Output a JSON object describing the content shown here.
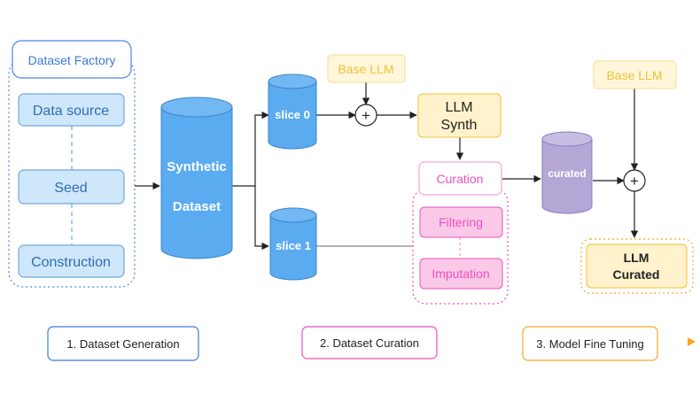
{
  "dataset_factory": {
    "title": "Dataset Factory",
    "items": [
      "Data source",
      "Seed",
      "Construction"
    ]
  },
  "synthetic_dataset": {
    "line1": "Synthetic",
    "line2": "Dataset"
  },
  "slices": [
    "slice 0",
    "slice 1"
  ],
  "base_llm_1": "Base LLM",
  "base_llm_2": "Base LLM",
  "plus_symbol": "+",
  "llm_synth": {
    "line1": "LLM",
    "line2": "Synth"
  },
  "curation": {
    "title": "Curation",
    "steps": [
      "Filtering",
      "Imputation"
    ]
  },
  "curated_db": "curated",
  "llm_curated": {
    "line1": "LLM",
    "line2": "Curated"
  },
  "stages": [
    "1. Dataset Generation",
    "2. Dataset Curation",
    "3. Model Fine Tuning"
  ],
  "colors": {
    "blue": "#4a86e8",
    "light_blue_fill": "#cfe7fb",
    "cylinder_blue": "#5aabf0",
    "yellow_fill": "#fff2cc",
    "yellow_stroke": "#f1c232",
    "pink": "#ee4fbf",
    "pink_fill": "#fbc9e8",
    "purple": "#b4a7d6",
    "orange": "#f5a623",
    "teal": "#63b9d6"
  }
}
